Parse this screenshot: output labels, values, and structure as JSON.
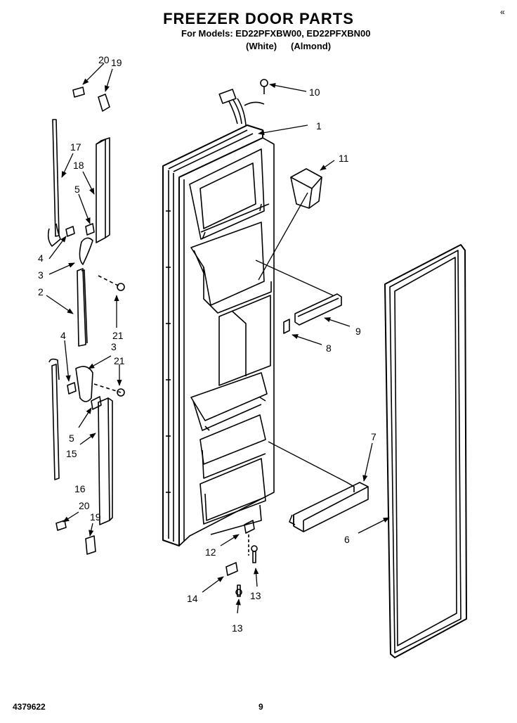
{
  "header": {
    "title": "FREEZER DOOR PARTS",
    "models_line": "For Models: ED22PFXBW00, ED22PFXBN00",
    "color_white": "(White)",
    "color_almond": "(Almond)",
    "corner_mark": "«"
  },
  "callouts": {
    "c1": "1",
    "c2": "2",
    "c3a": "3",
    "c3b": "3",
    "c4a": "4",
    "c4b": "4",
    "c5a": "5",
    "c5b": "5",
    "c6": "6",
    "c7": "7",
    "c8": "8",
    "c9": "9",
    "c10": "10",
    "c11": "11",
    "c12": "12",
    "c13a": "13",
    "c13b": "13",
    "c14": "14",
    "c15": "15",
    "c16": "16",
    "c17": "17",
    "c18": "18",
    "c19a": "19",
    "c19b": "19",
    "c20a": "20",
    "c20b": "20",
    "c21a": "21",
    "c21b": "21"
  },
  "footer": {
    "part_number": "4379622",
    "page_number": "9"
  }
}
